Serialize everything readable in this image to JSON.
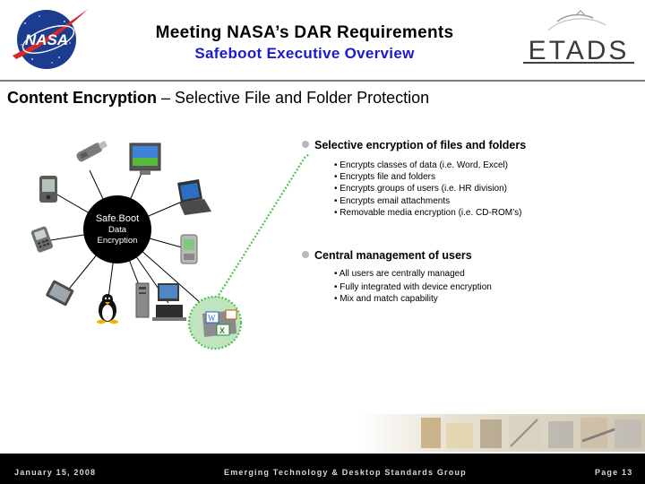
{
  "header": {
    "nasa_logo_text": "NASA",
    "title_line1": "Meeting NASA’s DAR Requirements",
    "title_line2": "Safeboot Executive Overview",
    "etads_logo_text": "ETADS"
  },
  "subtitle": {
    "bold": "Content Encryption",
    "rest": " – Selective File and Folder Protection"
  },
  "diagram": {
    "hub_title": "Safe.Boot",
    "hub_sub1": "Data",
    "hub_sub2": "Encryption",
    "devices": [
      "usb-drive-icon",
      "monitor-icon",
      "pda-icon",
      "laptop-icon",
      "phone-icon",
      "smartphone-icon",
      "tablet-icon",
      "linux-tux-icon",
      "desktop-tower-icon",
      "workstation-icon",
      "files-folders-icon"
    ]
  },
  "bullets": {
    "group1": {
      "heading": "Selective encryption of files and folders",
      "items": [
        "• Encrypts classes of data (i.e. Word, Excel)",
        "• Encrypts file and folders",
        "• Encrypts groups of users (i.e. HR division)",
        "• Encrypts email attachments",
        "• Removable media encryption (i.e. CD-ROM’s)"
      ]
    },
    "group2": {
      "heading": "Central management of users",
      "items": [
        "• All users are centrally managed",
        "• Fully integrated with device encryption",
        "• Mix and match capability"
      ]
    }
  },
  "footer": {
    "date": "January 15, 2008",
    "group": "Emerging Technology & Desktop Standards Group",
    "page": "Page 13"
  },
  "colors": {
    "title_blue": "#1a1ad2",
    "connector_green": "#4ec24e",
    "footer_bg": "#000000"
  }
}
